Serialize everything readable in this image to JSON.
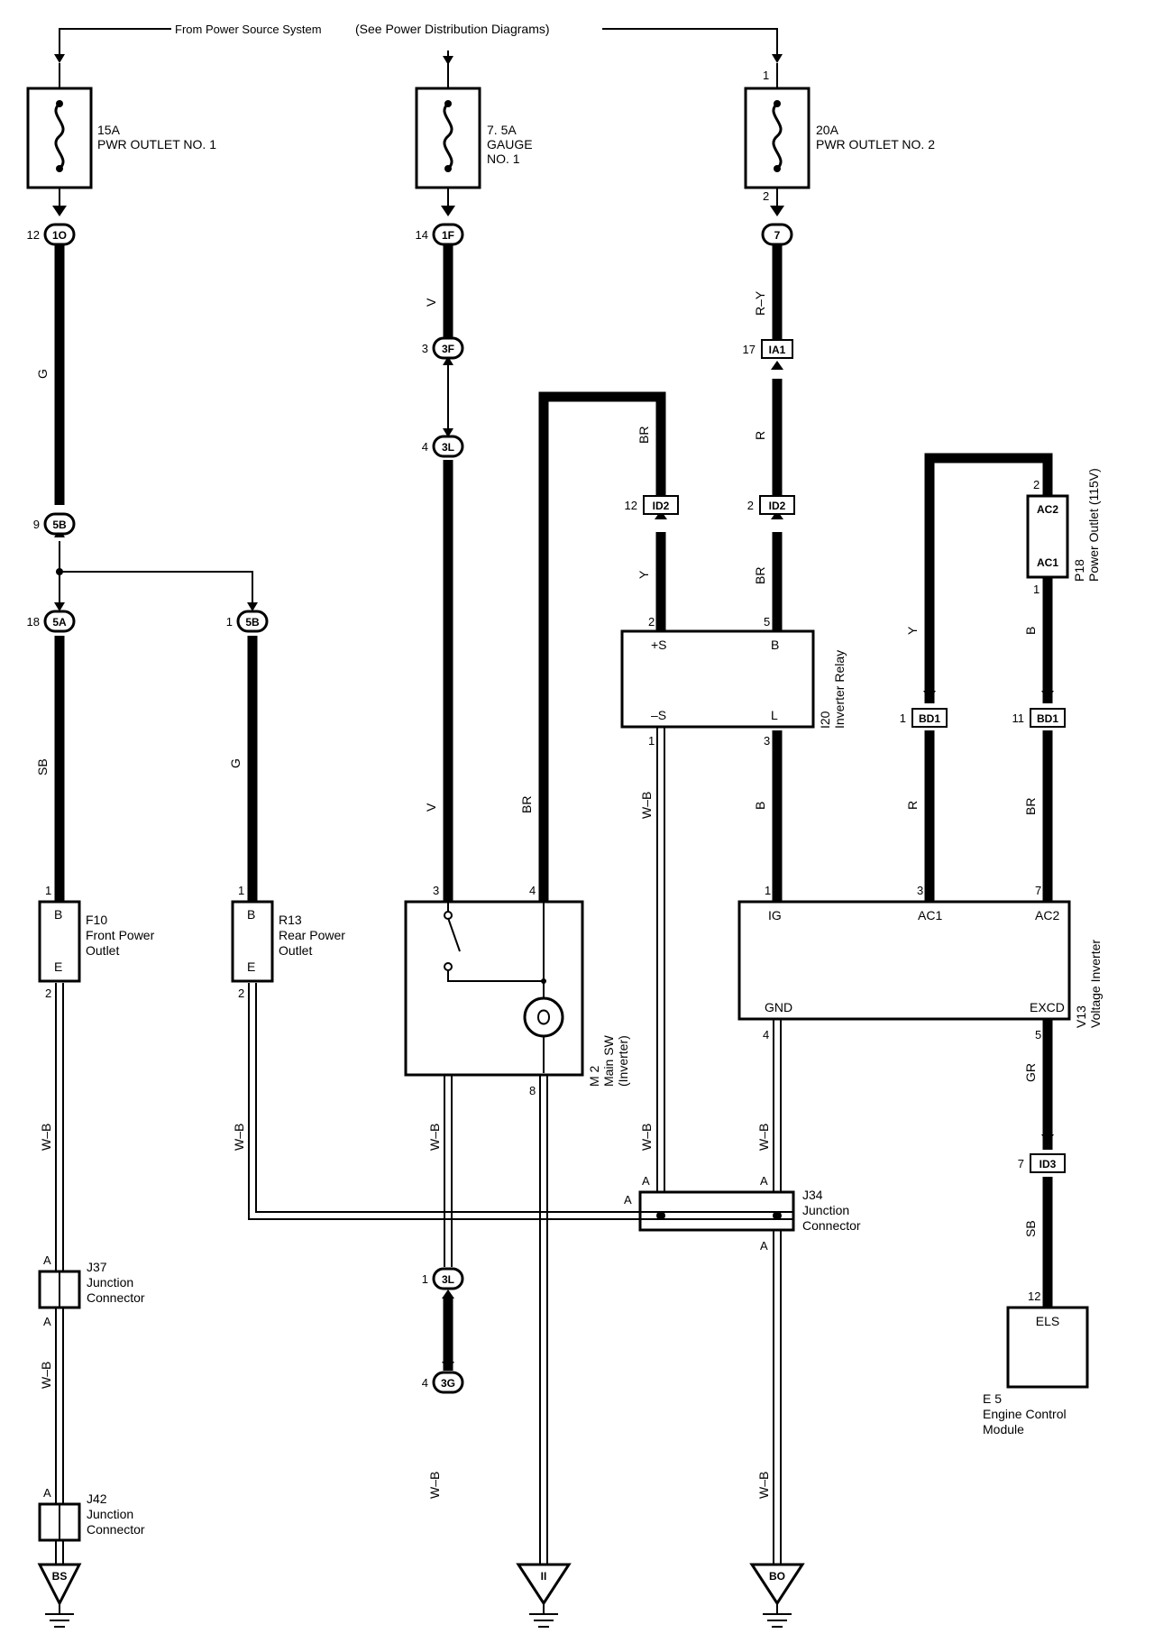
{
  "header": {
    "source": "From Power Source System",
    "see": "(See Power Distribution Diagrams)"
  },
  "fuses": {
    "f15": {
      "amp": "15A",
      "name": "PWR OUTLET NO. 1"
    },
    "f75": {
      "amp": "7. 5A",
      "name1": "GAUGE",
      "name2": "NO. 1"
    },
    "f20": {
      "amp": "20A",
      "name": "PWR OUTLET NO. 2",
      "pin_top": "1",
      "pin_bottom": "2"
    }
  },
  "connectors": {
    "c1O": {
      "label": "1O",
      "pin": "12"
    },
    "c1F": {
      "label": "1F",
      "pin": "14"
    },
    "c7": {
      "label": "7",
      "pin": ""
    },
    "c3F": {
      "label": "3F",
      "pin": "3"
    },
    "c3L_top": {
      "label": "3L",
      "pin": "4"
    },
    "cIA1": {
      "label": "IA1",
      "pin": "17"
    },
    "c5B_left": {
      "label": "5B",
      "pin": "9"
    },
    "c5A": {
      "label": "5A",
      "pin": "18"
    },
    "c5B_right": {
      "label": "5B",
      "pin": "1"
    },
    "cID2_a": {
      "label": "ID2",
      "pin": "12"
    },
    "cID2_b": {
      "label": "ID2",
      "pin": "2"
    },
    "cBD1_a": {
      "label": "BD1",
      "pin": "1"
    },
    "cBD1_b": {
      "label": "BD1",
      "pin": "11"
    },
    "cID3": {
      "label": "ID3",
      "pin": "7"
    },
    "c3L_bot": {
      "label": "3L",
      "pin": "1"
    },
    "c3G": {
      "label": "3G",
      "pin": "4"
    }
  },
  "wires": {
    "g_top": "G",
    "v_top": "V",
    "ry": "R–Y",
    "r_mid": "R",
    "br_top": "BR",
    "y_relay": "Y",
    "br_relay": "BR",
    "sb_left": "SB",
    "g_right": "G",
    "v_mid": "V",
    "br_mid": "BR",
    "wb_relay": "W–B",
    "b_relay": "B",
    "y_p18": "Y",
    "b_p18": "B",
    "r_bd1": "R",
    "br_bd1": "BR",
    "wb_f10": "W–B",
    "wb_r13": "W–B",
    "wb_m2": "W–B",
    "wb_j34a": "W–B",
    "wb_v13": "W–B",
    "gr": "GR",
    "sb_els": "SB",
    "wb_j37": "W–B",
    "wb_3g": "W–B",
    "wb_bo": "W–B"
  },
  "components": {
    "f10": {
      "id": "F10",
      "name1": "Front Power",
      "name2": "Outlet",
      "t1": "B",
      "t2": "E",
      "p1": "1",
      "p2": "2"
    },
    "r13": {
      "id": "R13",
      "name1": "Rear Power",
      "name2": "Outlet",
      "t1": "B",
      "t2": "E",
      "p1": "1",
      "p2": "2"
    },
    "m2": {
      "id": "M 2",
      "name1": "Main SW",
      "name2": "(Inverter)",
      "p3": "3",
      "p4": "4",
      "p8": "8"
    },
    "i20": {
      "id": "I20",
      "name": "Inverter Relay",
      "ts": "+S",
      "tb": "B",
      "tsm": "–S",
      "tl": "L",
      "p2": "2",
      "p5": "5",
      "p1": "1",
      "p3": "3"
    },
    "v13": {
      "id": "V13",
      "name": "Voltage Inverter",
      "ig": "IG",
      "ac1": "AC1",
      "ac2": "AC2",
      "gnd": "GND",
      "excd": "EXCD",
      "p1": "1",
      "p3": "3",
      "p7": "7",
      "p4": "4",
      "p5": "5"
    },
    "p18": {
      "id": "P18",
      "name": "Power Outlet (115V)",
      "ac2": "AC2",
      "ac1": "AC1",
      "p2": "2",
      "p1": "1"
    },
    "j34": {
      "id": "J34",
      "name1": "Junction",
      "name2": "Connector",
      "a": "A"
    },
    "j37": {
      "id": "J37",
      "name1": "Junction",
      "name2": "Connector",
      "a": "A"
    },
    "j42": {
      "id": "J42",
      "name1": "Junction",
      "name2": "Connector",
      "a": "A"
    },
    "e5": {
      "id": "E 5",
      "name1": "Engine Control",
      "name2": "Module",
      "els": "ELS",
      "p12": "12"
    }
  },
  "grounds": {
    "bs": "BS",
    "ii": "II",
    "bo": "BO"
  }
}
